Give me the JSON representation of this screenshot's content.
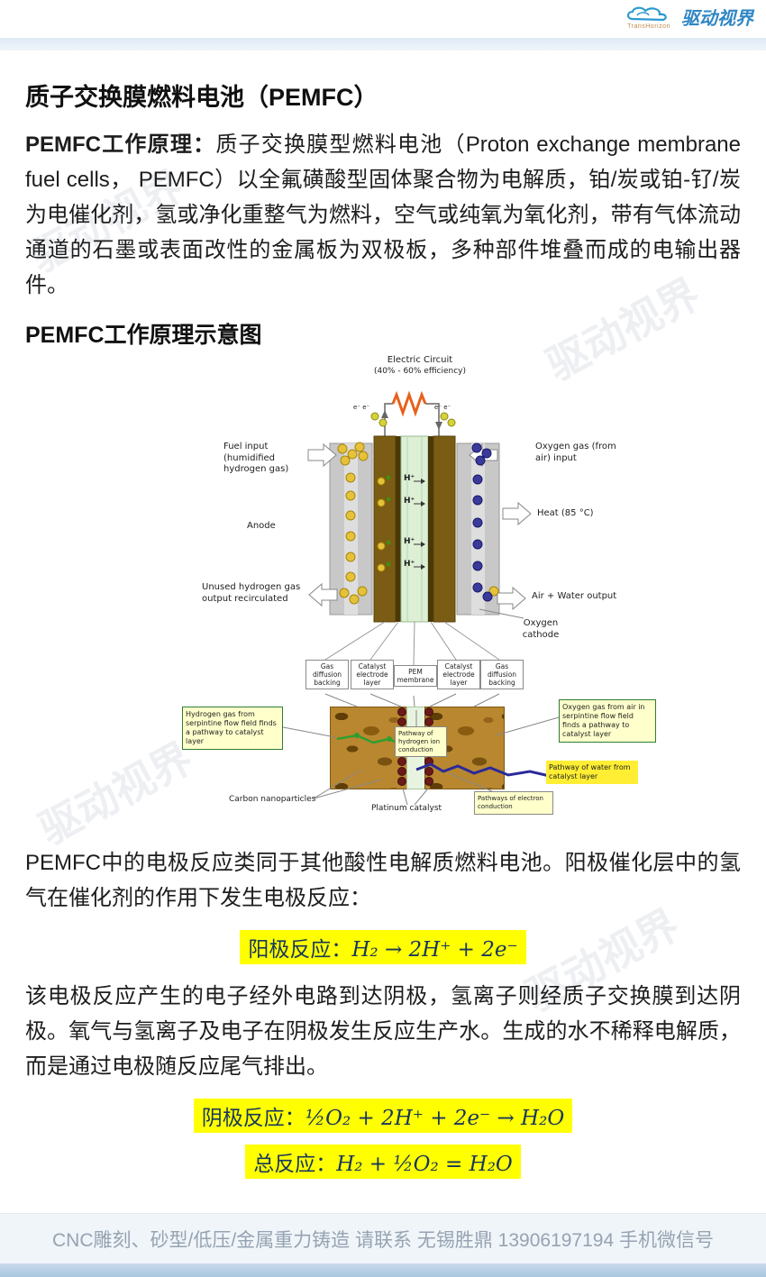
{
  "colors": {
    "highlight": "#ffff00",
    "brand_blue": "#2f86c4"
  },
  "watermark": "驱动视界",
  "header": {
    "brand_cn": "驱动视界",
    "brand_en": "TransHorizon"
  },
  "article": {
    "title": "质子交换膜燃料电池（PEMFC）",
    "p1_label": "PEMFC工作原理：",
    "p1_text": "质子交换膜型燃料电池（Proton exchange membrane fuel cells， PEMFC）以全氟磺酸型固体聚合物为电解质，铂/炭或铂-钌/炭为电催化剂，氢或净化重整气为燃料，空气或纯氧为氧化剂，带有气体流动通道的石墨或表面改性的金属板为双极板，多种部件堆叠而成的电输出器件。",
    "diagram_heading": "PEMFC工作原理示意图",
    "p2": "PEMFC中的电极反应类同于其他酸性电解质燃料电池。阳极催化层中的氢气在催化剂的作用下发生电极反应：",
    "p3": "该电极反应产生的电子经外电路到达阴极，氢离子则经质子交换膜到达阴极。氧气与氢离子及电子在阴极发生反应生产水。生成的水不稀释电解质，而是通过电极随反应尾气排出。",
    "reactions": {
      "anode_label": "阳极反应：",
      "anode_formula": "H₂ → 2H⁺ + 2e⁻",
      "cathode_label": "阴极反应：",
      "cathode_formula": "½O₂ + 2H⁺ + 2e⁻ → H₂O",
      "total_label": "总反应：",
      "total_formula": "H₂ + ½O₂ = H₂O"
    }
  },
  "diagram": {
    "electric_circuit_title": "Electric Circuit",
    "electric_circuit_sub": "(40% - 60% efficiency)",
    "electron_label": "e⁻ e⁻",
    "proton_label": "H⁺",
    "fuel_input": "Fuel input (humidified hydrogen gas)",
    "oxygen_input": "Oxygen gas (from air) input",
    "anode": "Anode",
    "heat": "Heat (85 °C)",
    "unused_hydrogen": "Unused hydrogen gas output recirculated",
    "air_water_output": "Air + Water output",
    "oxygen_cathode": "Oxygen cathode",
    "layer_boxes": [
      "Gas diffusion backing",
      "Catalyst electrode layer",
      "PEM membrane",
      "Catalyst electrode layer",
      "Gas diffusion backing"
    ],
    "callout_hydrogen": "Hydrogen gas from serpintine flow field finds a pathway to catalyst layer",
    "callout_oxygen": "Oxygen gas from air in serpintine flow field finds a pathway to catalyst layer",
    "callout_water": "Pathway of water from catalyst layer",
    "callout_proton": "Pathway of hydrogen ion conduction",
    "callout_electron": "Pathways of electron conduction",
    "carbon_nanoparticles": "Carbon nanoparticles",
    "platinum_catalyst": "Platinum catalyst"
  },
  "footer": {
    "text": "CNC雕刻、砂型/低压/金属重力铸造 请联系 无锡胜鼎 13906197194 手机微信号"
  }
}
